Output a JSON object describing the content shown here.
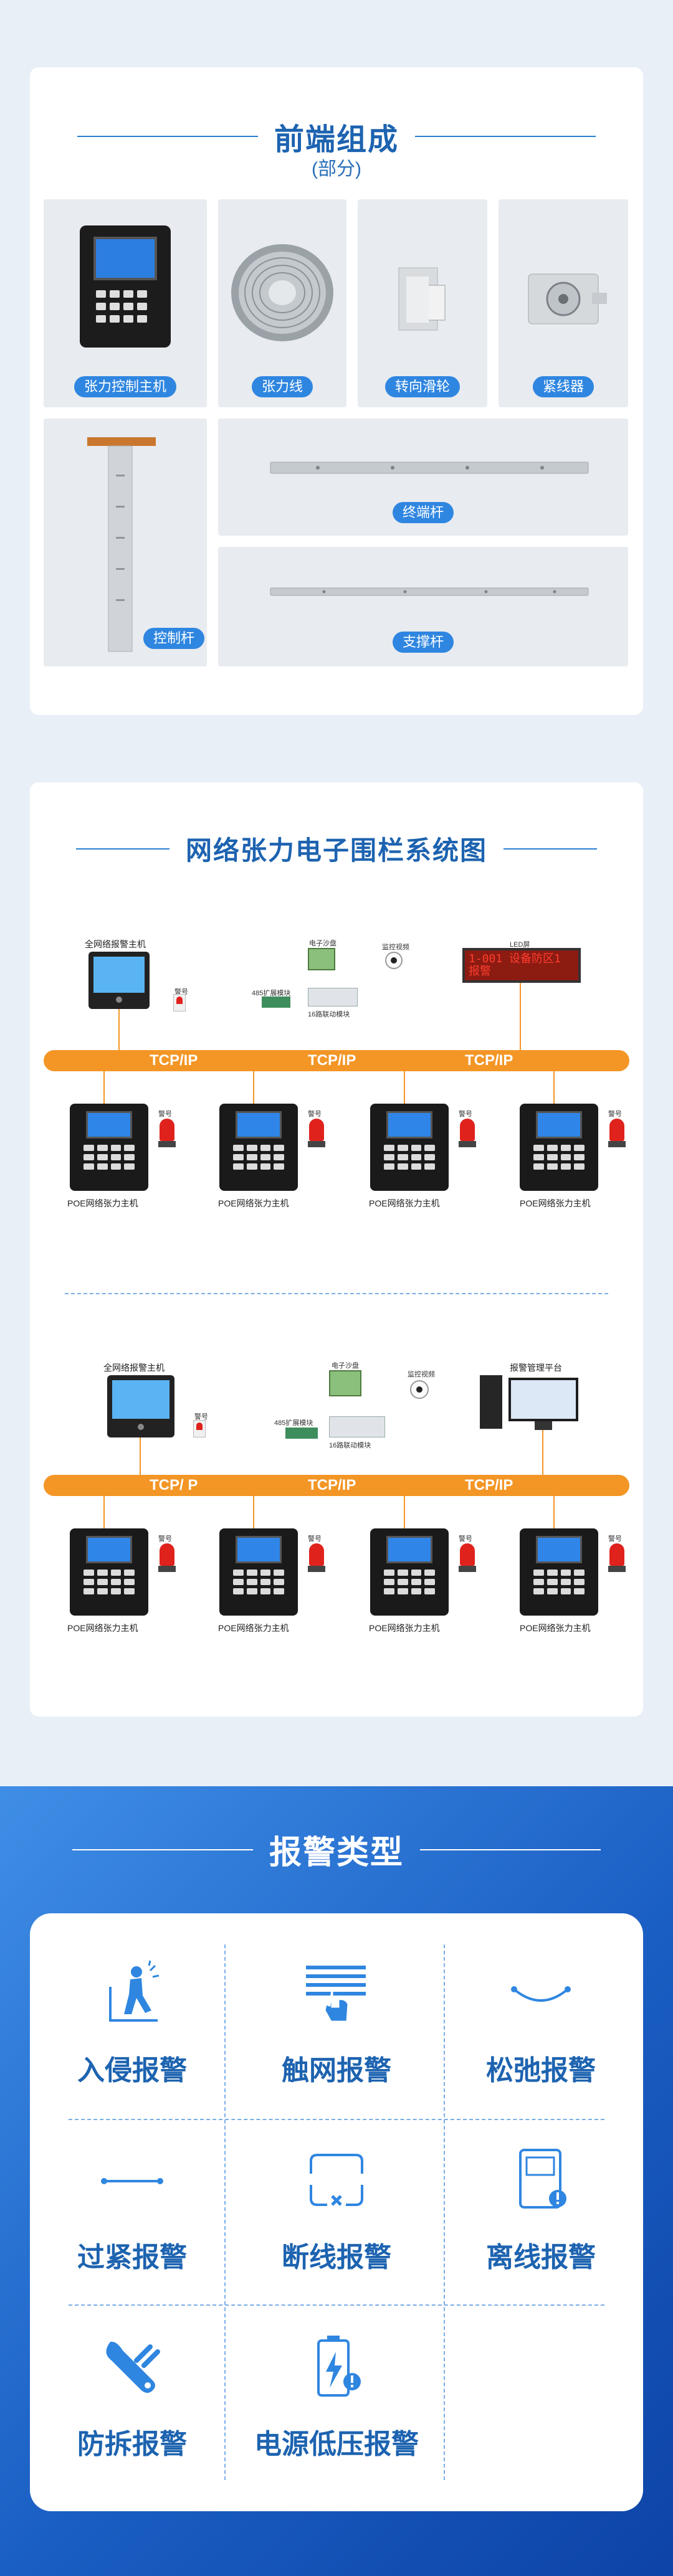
{
  "front": {
    "title": "前端组成",
    "subtitle": "(部分)",
    "items": [
      {
        "label": "张力控制主机"
      },
      {
        "label": "张力线"
      },
      {
        "label": "转向滑轮"
      },
      {
        "label": "紧线器"
      },
      {
        "label": "控制杆"
      },
      {
        "label": "终端杆"
      },
      {
        "label": "支撑杆"
      }
    ]
  },
  "system": {
    "title": "网络张力电子围栏系统图",
    "diagram1": {
      "host": "全网络报警主机",
      "siren": "警号",
      "elock": "电子沙盘",
      "board": "485扩展模块",
      "expand": "16路联动模块",
      "camera": "监控视频",
      "led_label": "LED屏",
      "led_text": [
        "1-001 设备防区1",
        "报警"
      ],
      "bus": [
        "TCP/IP",
        "TCP/IP",
        "TCP/IP"
      ],
      "terminals": [
        "POE网络张力主机",
        "POE网络张力主机",
        "POE网络张力主机",
        "POE网络张力主机"
      ],
      "terminal_siren": "警号"
    },
    "diagram2": {
      "host": "全网络报警主机",
      "siren": "警号",
      "elock": "电子沙盘",
      "board": "485扩展模块",
      "expand": "16路联动模块",
      "camera": "监控视频",
      "platform": "报警管理平台",
      "bus": [
        "TCP/ P",
        "TCP/IP",
        "TCP/IP"
      ],
      "terminals": [
        "POE网络张力主机",
        "POE网络张力主机",
        "POE网络张力主机",
        "POE网络张力主机"
      ],
      "terminal_siren": "警号"
    }
  },
  "alarm": {
    "title": "报警类型",
    "types": [
      {
        "label": "入侵报警",
        "icon": "intrusion-icon"
      },
      {
        "label": "触网报警",
        "icon": "touch-net-icon"
      },
      {
        "label": "松弛报警",
        "icon": "slack-icon"
      },
      {
        "label": "过紧报警",
        "icon": "overtight-icon"
      },
      {
        "label": "断线报警",
        "icon": "broken-wire-icon"
      },
      {
        "label": "离线报警",
        "icon": "offline-icon"
      },
      {
        "label": "防拆报警",
        "icon": "tamper-icon"
      },
      {
        "label": "电源低压报警",
        "icon": "low-power-icon"
      }
    ]
  },
  "colors": {
    "accent": "#2f86e0",
    "bus": "#f39626",
    "title": "#1d63b0"
  }
}
